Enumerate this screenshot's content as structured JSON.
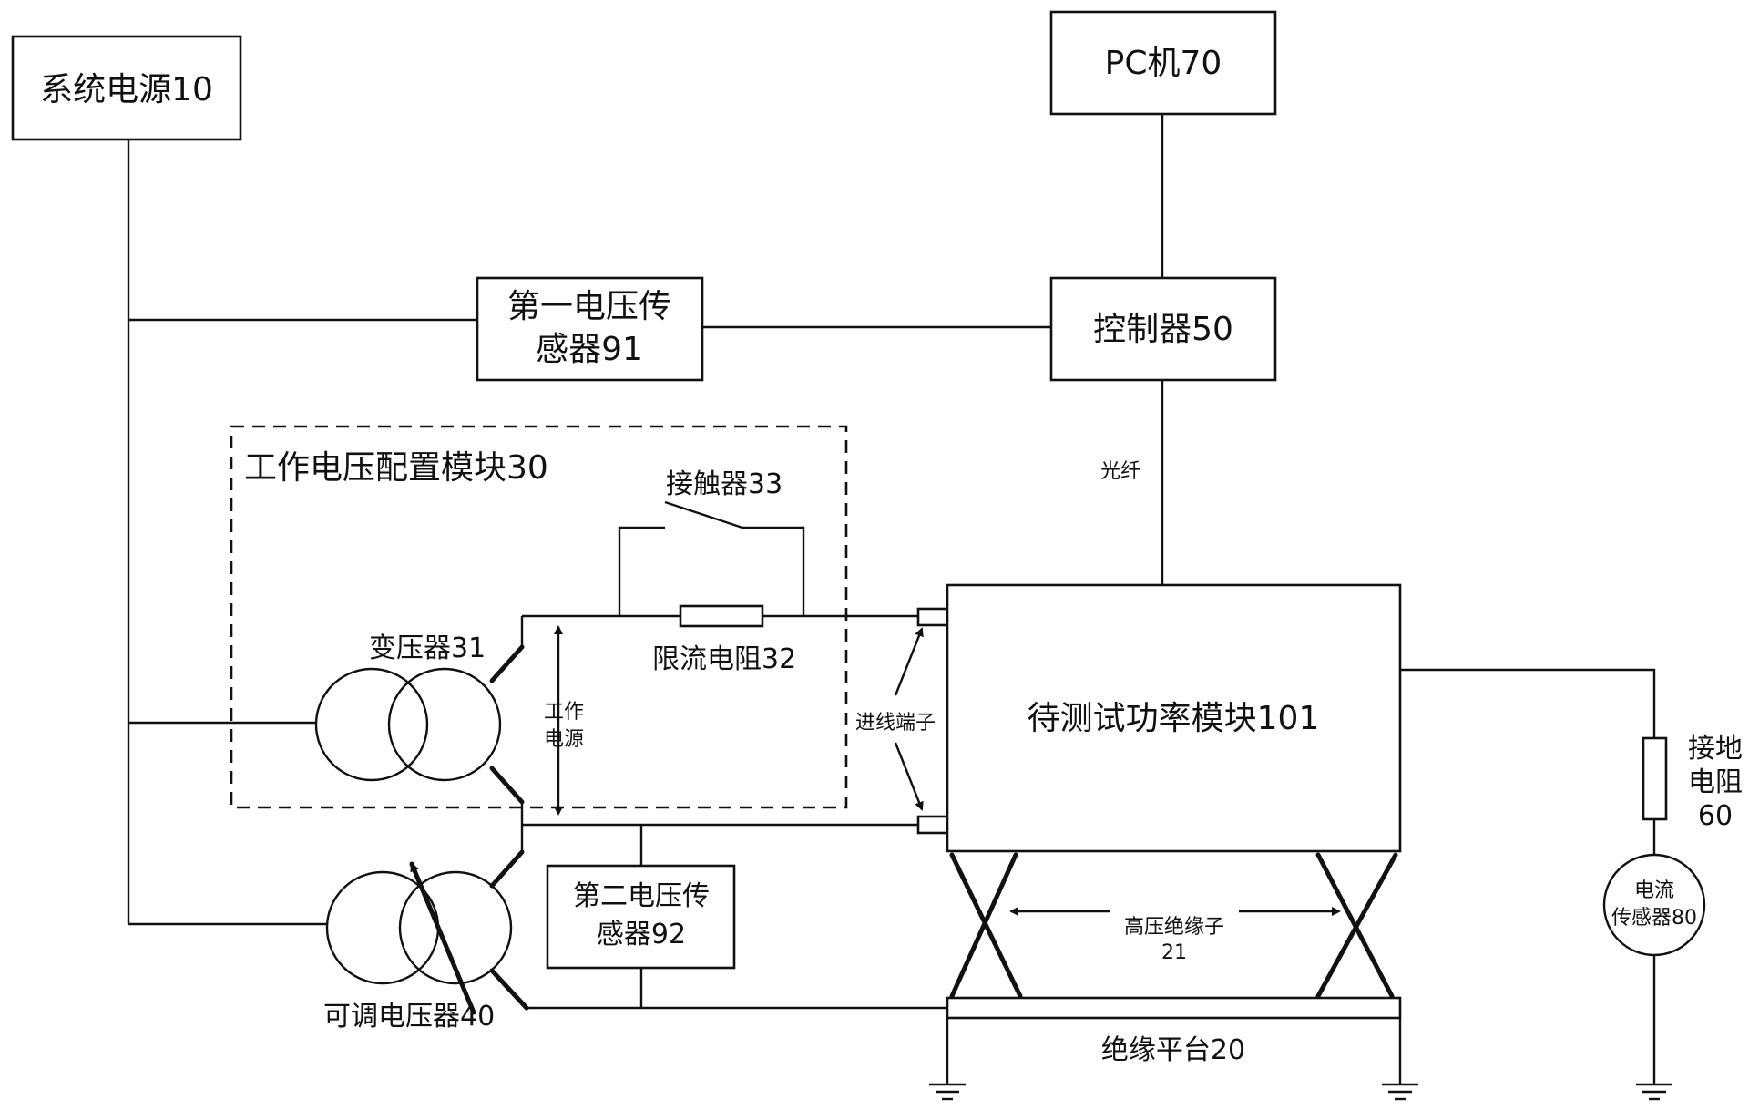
{
  "labels": {
    "system_power": "系统电源10",
    "pc": "PC机70",
    "voltage_sensor_1_line1": "第一电压传",
    "voltage_sensor_1_line2": "感器91",
    "controller": "控制器50",
    "config_module": "工作电压配置模块30",
    "contactor": "接触器33",
    "transformer": "变压器31",
    "resistor": "限流电阻32",
    "work_power_line1": "工作",
    "work_power_line2": "电源",
    "fiber": "光纤",
    "input_terminal": "进线端子",
    "module_under_test": "待测试功率模块101",
    "ground_resistor_line1": "接地",
    "ground_resistor_line2": "电阻",
    "ground_resistor_line3": "60",
    "voltage_sensor_2_line1": "第二电压传",
    "voltage_sensor_2_line2": "感器92",
    "current_sensor_line1": "电流",
    "current_sensor_line2": "传感器80",
    "hv_insulator_line1": "高压绝缘子",
    "hv_insulator_line2": "21",
    "regulator": "可调电压器40",
    "platform": "绝缘平台20"
  },
  "colors": {
    "line": "#111111",
    "background": "#ffffff"
  }
}
